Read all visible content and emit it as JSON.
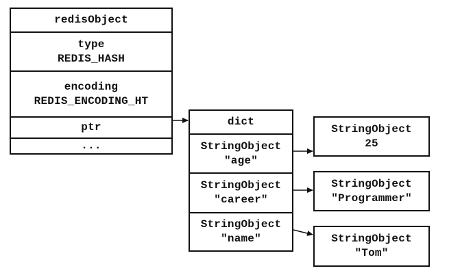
{
  "redis_object": {
    "header": "redisObject",
    "type_label": "type",
    "type_value": "REDIS_HASH",
    "encoding_label": "encoding",
    "encoding_value": "REDIS_ENCODING_HT",
    "ptr_label": "ptr",
    "more_label": "..."
  },
  "dict": {
    "header": "dict",
    "keys": [
      {
        "type": "StringObject",
        "value": "\"age\""
      },
      {
        "type": "StringObject",
        "value": "\"career\""
      },
      {
        "type": "StringObject",
        "value": "\"name\""
      }
    ]
  },
  "values": [
    {
      "type": "StringObject",
      "value": "25"
    },
    {
      "type": "StringObject",
      "value": "\"Programmer\""
    },
    {
      "type": "StringObject",
      "value": "\"Tom\""
    }
  ]
}
